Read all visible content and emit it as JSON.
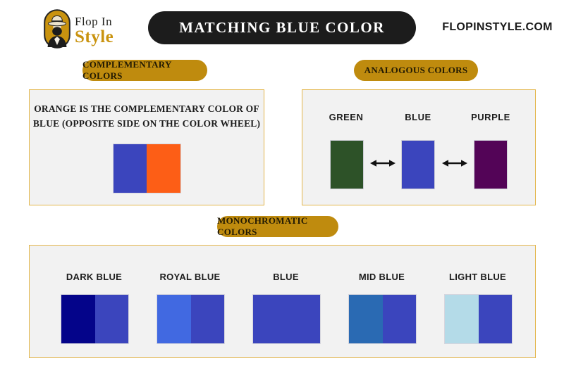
{
  "header": {
    "logo_line1": "Flop In",
    "logo_line2": "Style",
    "title": "MATCHING BLUE COLOR",
    "website": "FLOPINSTYLE.COM"
  },
  "colors": {
    "accent_gold": "#bf8b0e",
    "logo_gold": "#c9930f",
    "title_bg": "#1c1c1c",
    "box_bg": "#f2f2f2",
    "box_border": "#e3b64b",
    "text_dark": "#1d1d1d",
    "main_blue": "#3b45bd"
  },
  "icons": {
    "logo_man": "man-with-hat-badge",
    "analogous_arrow": "↔"
  },
  "sections": {
    "complementary": {
      "pill_label": "COMPLEMENTARY COLORS",
      "description_line1": "ORANGE IS THE COMPLEMENTARY COLOR OF",
      "description_line2": "BLUE (OPPOSITE SIDE ON THE COLOR WHEEL)",
      "swatches": [
        {
          "name": "blue",
          "hex": "#3b45bd"
        },
        {
          "name": "orange",
          "hex": "#fd5e16"
        }
      ]
    },
    "analogous": {
      "pill_label": "ANALOGOUS COLORS",
      "items": [
        {
          "label": "GREEN",
          "hex": "#2d5228"
        },
        {
          "label": "BLUE",
          "hex": "#3b45bd"
        },
        {
          "label": "PURPLE",
          "hex": "#530457"
        }
      ]
    },
    "monochromatic": {
      "pill_label": "MONOCHROMATIC COLORS",
      "groups": [
        {
          "label": "DARK BLUE",
          "swatches": [
            "#04048a",
            "#3b45bd"
          ]
        },
        {
          "label": "ROYAL BLUE",
          "swatches": [
            "#4169e1",
            "#3b45bd"
          ]
        },
        {
          "label": "BLUE",
          "swatches": [
            "#3b45bd",
            "#3b45bd"
          ]
        },
        {
          "label": "MID BLUE",
          "swatches": [
            "#2a6ab3",
            "#3b45bd"
          ]
        },
        {
          "label": "LIGHT BLUE",
          "swatches": [
            "#b4dbe8",
            "#3b45bd"
          ]
        }
      ]
    }
  }
}
